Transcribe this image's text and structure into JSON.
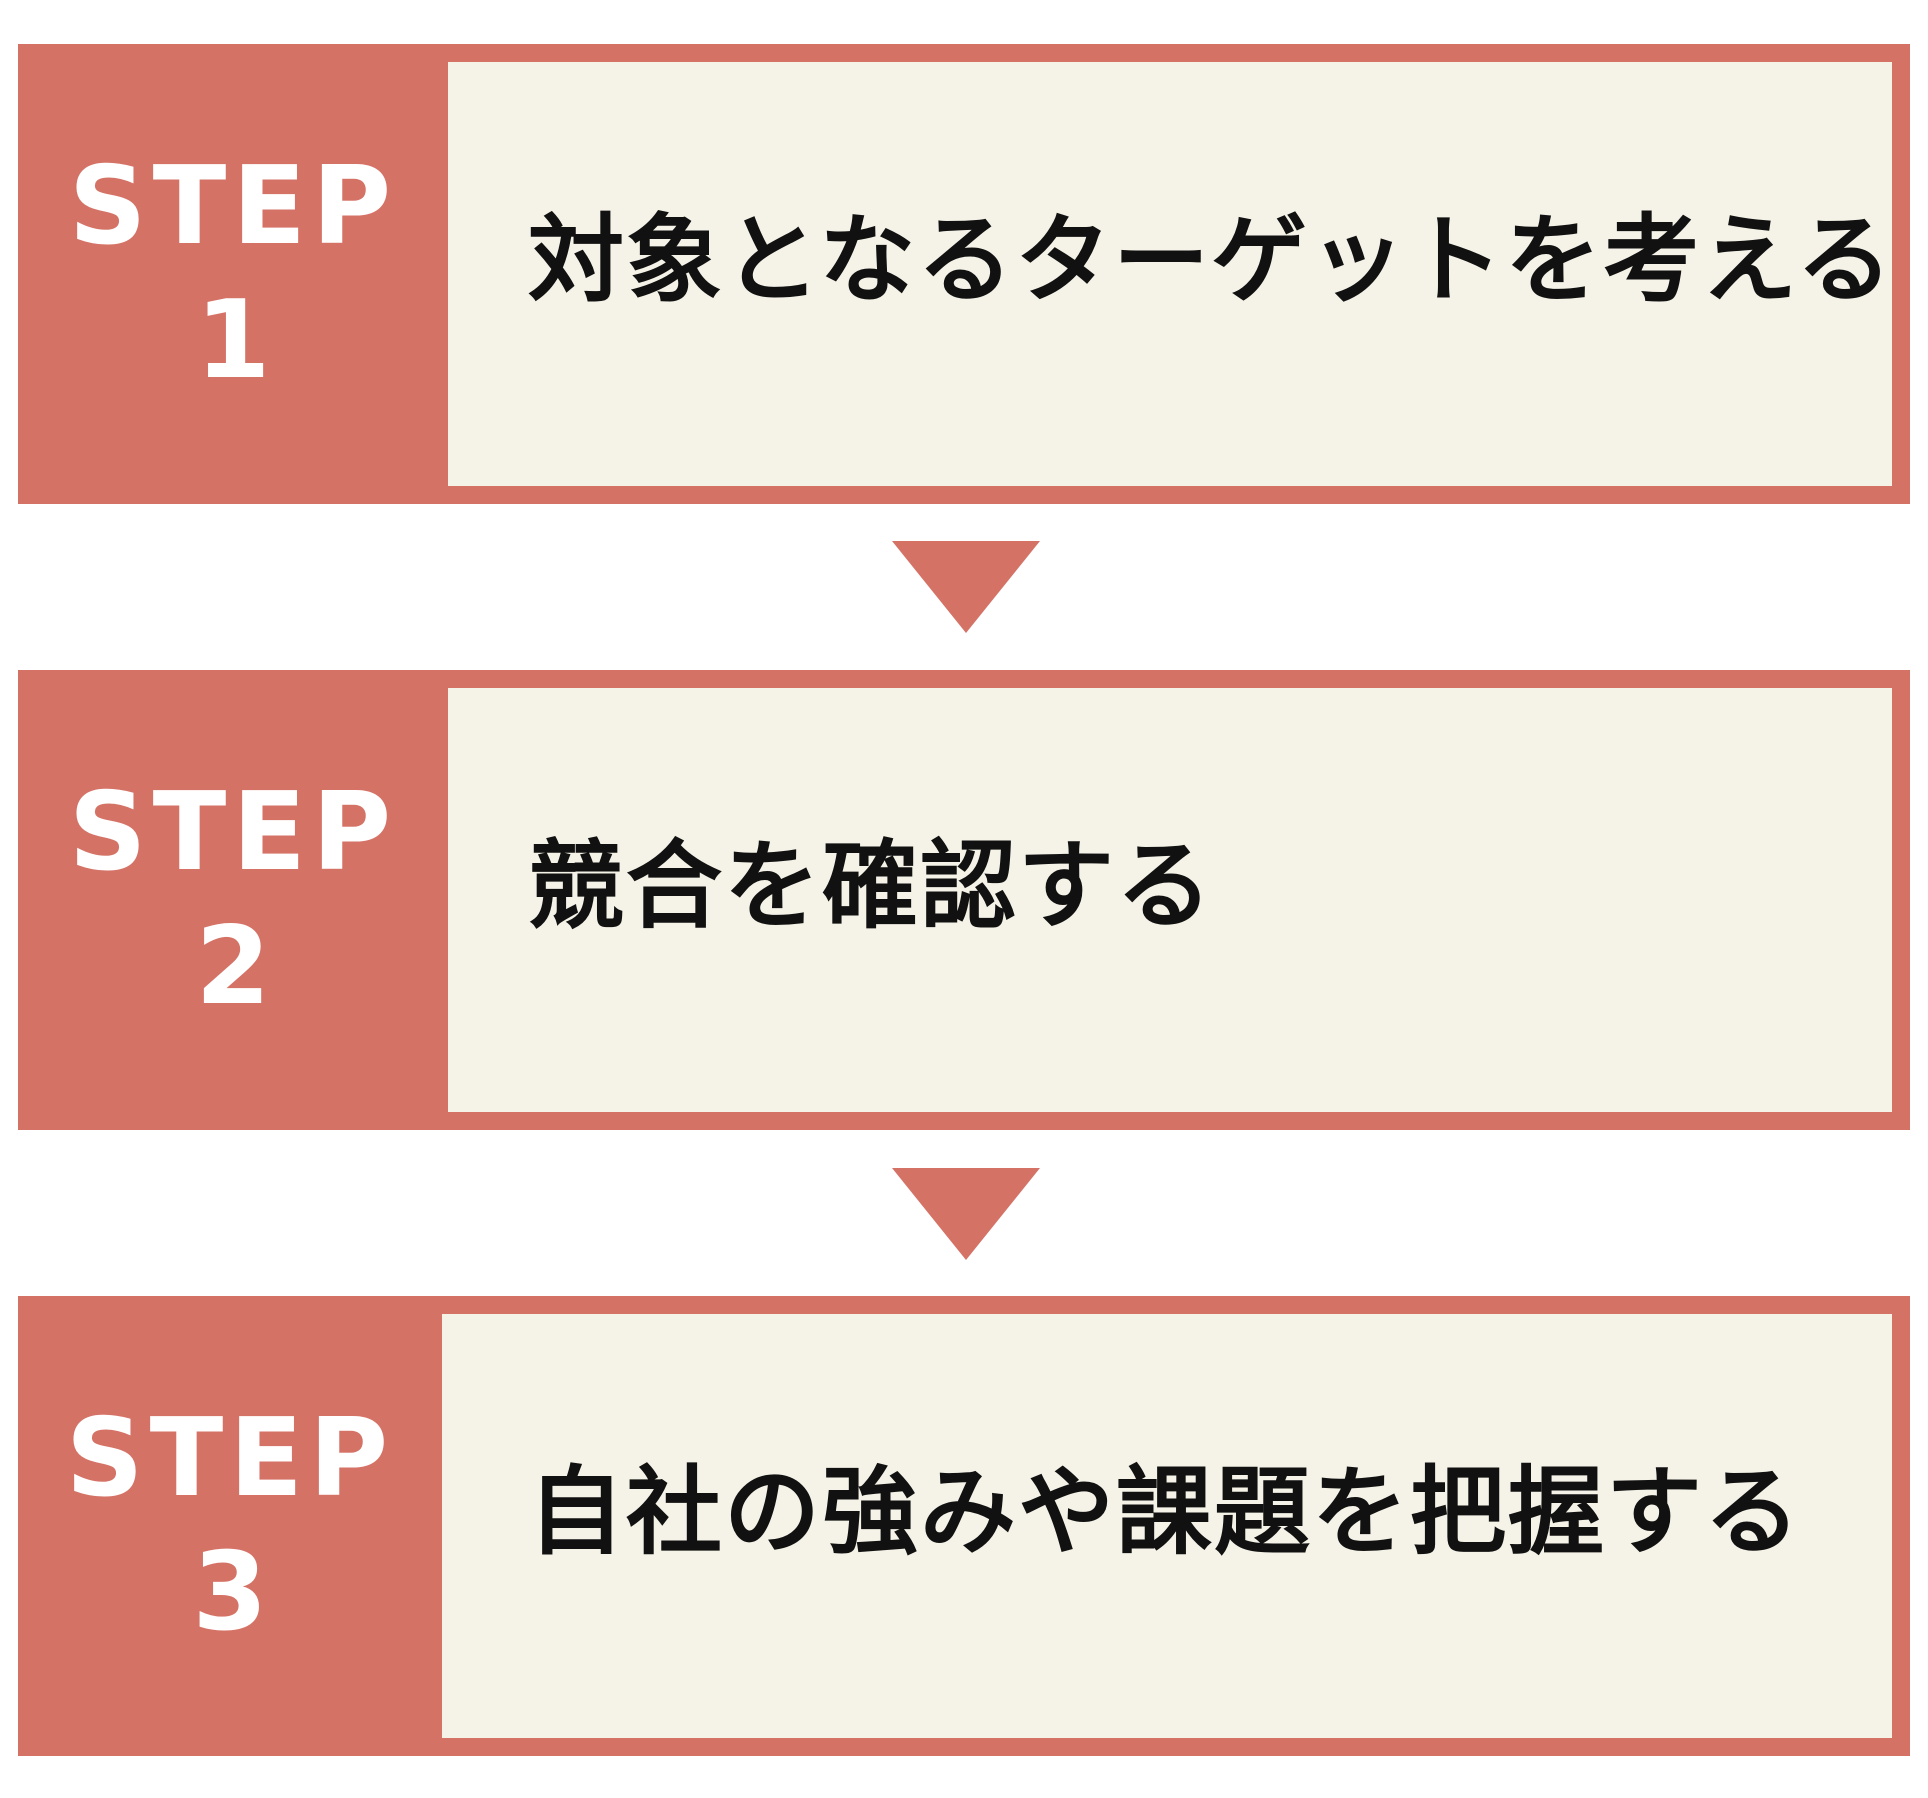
{
  "steps": [
    {
      "label": "STEP",
      "number": "1",
      "text": "対象となるターゲットを考える"
    },
    {
      "label": "STEP",
      "number": "2",
      "text": "競合を確認する"
    },
    {
      "label": "STEP",
      "number": "3",
      "text": "自社の強みや課題を把握する"
    }
  ],
  "colors": {
    "accent": "#d57266",
    "content_background": "#f5f3e7",
    "step_label_text": "#ffffff",
    "content_text": "#111111"
  }
}
